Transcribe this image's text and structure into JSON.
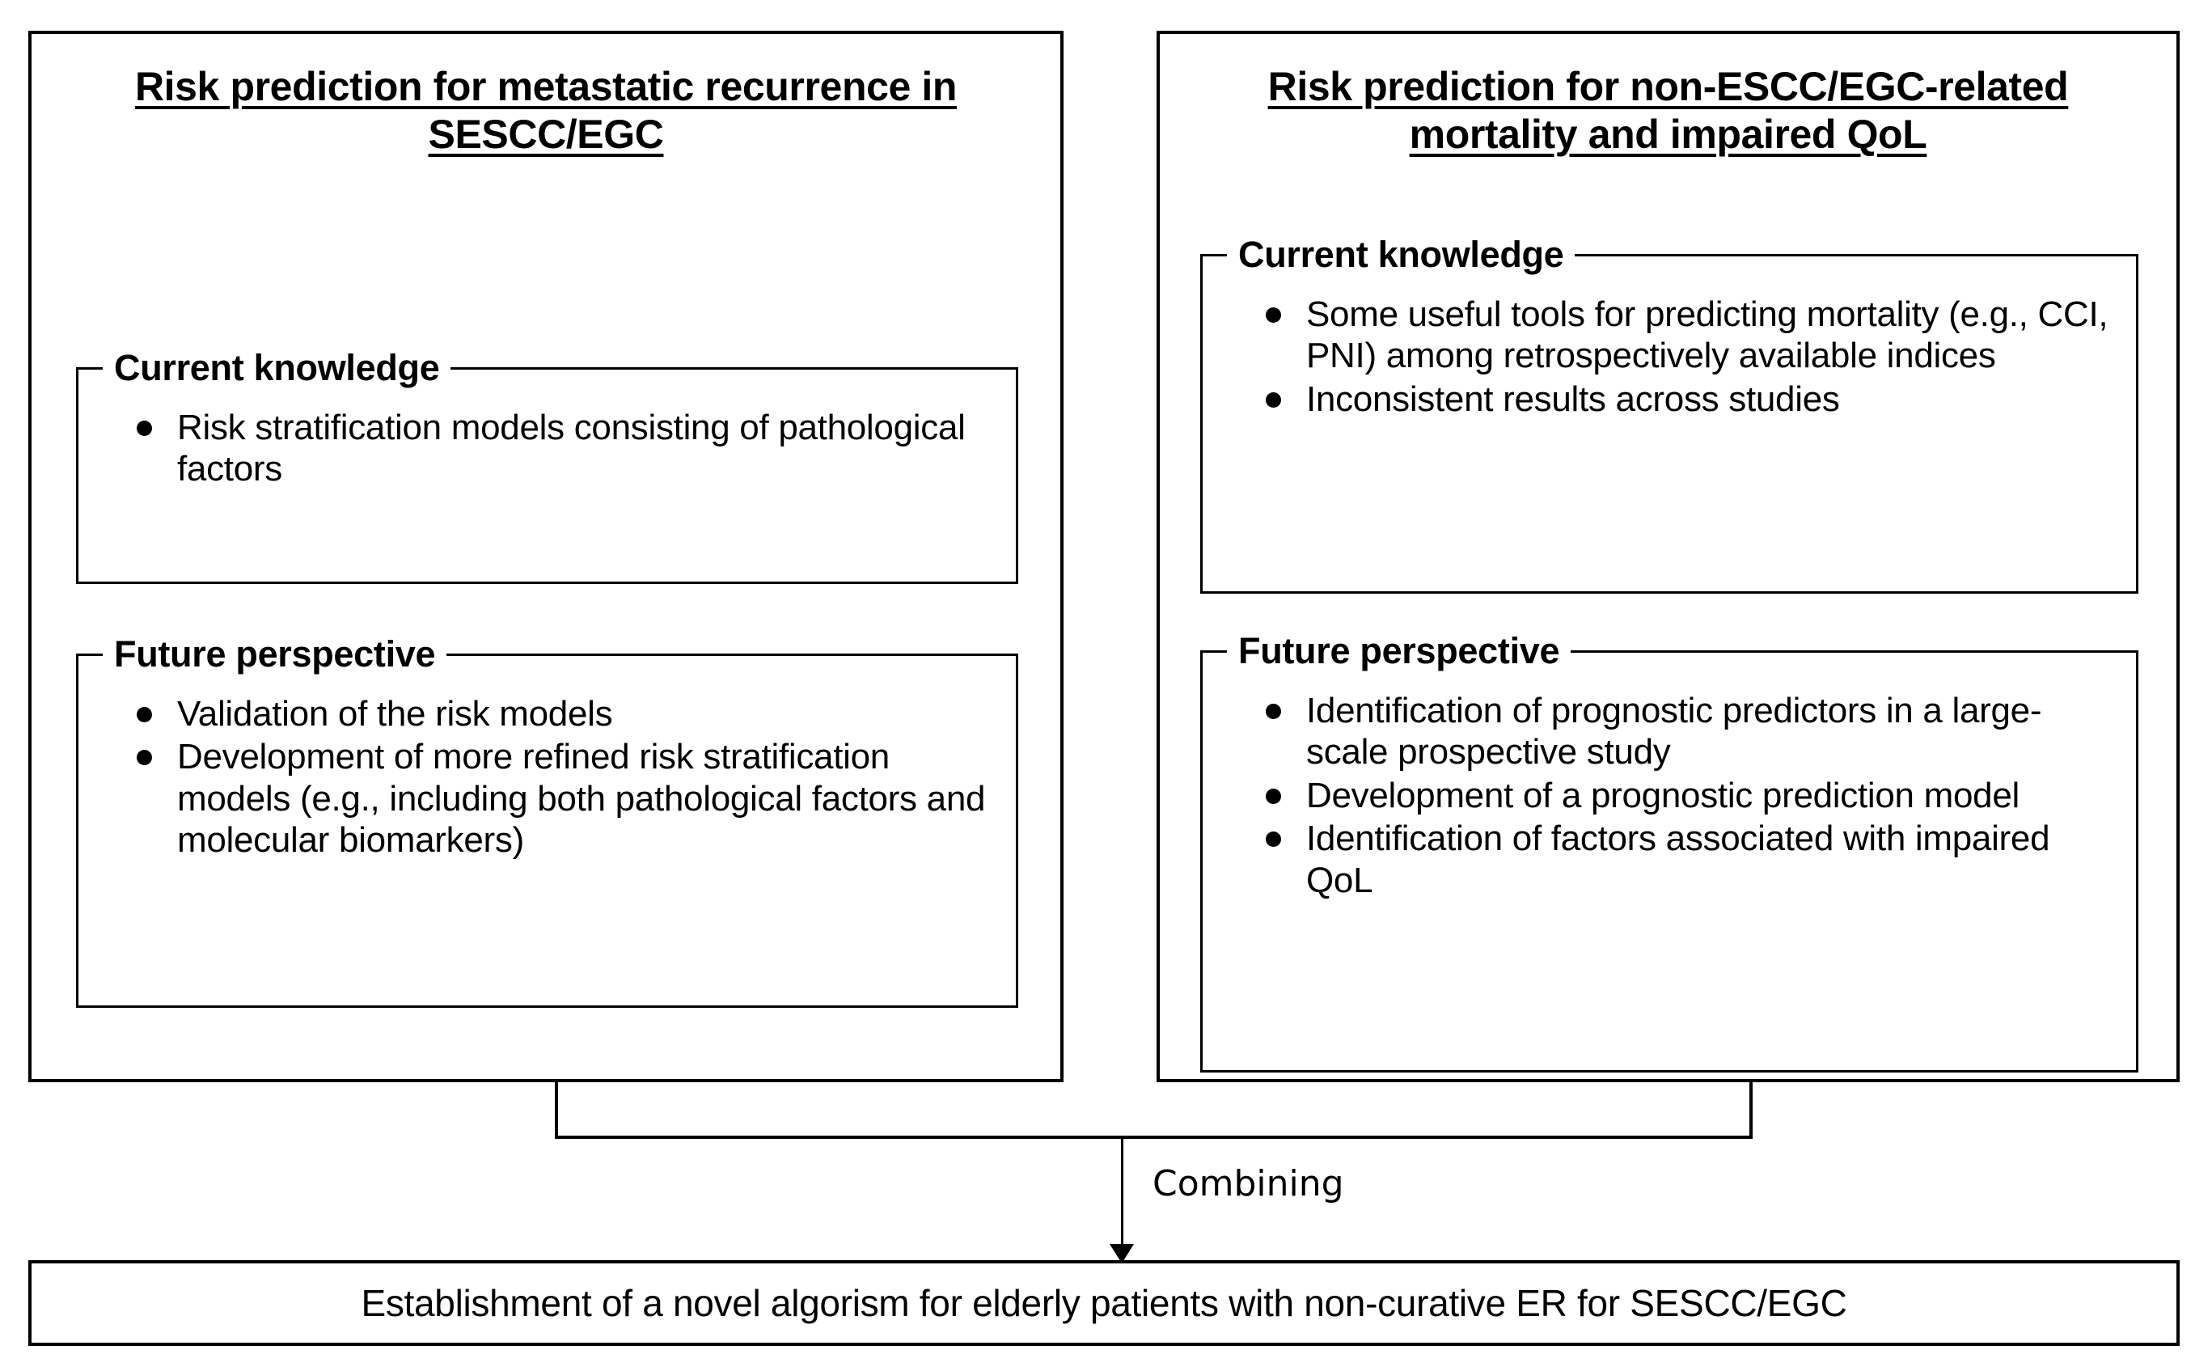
{
  "diagram": {
    "panels": [
      {
        "id": "left",
        "title": "Risk prediction for metastatic recurrence in SESCC/EGC",
        "groups": [
          {
            "id": "left-current-knowledge",
            "legend": "Current knowledge",
            "bullets": [
              "Risk stratification models consisting of pathological factors"
            ]
          },
          {
            "id": "left-future-perspective",
            "legend": "Future perspective",
            "bullets": [
              "Validation of the risk models",
              "Development of more refined risk stratification models (e.g., including both pathological factors and molecular biomarkers)"
            ]
          }
        ]
      },
      {
        "id": "right",
        "title": "Risk prediction for non-ESCC/EGC-related mortality and impaired QoL",
        "groups": [
          {
            "id": "right-current-knowledge",
            "legend": "Current knowledge",
            "bullets": [
              "Some useful tools for predicting mortality (e.g., CCI, PNI) among retrospectively available indices",
              "Inconsistent results across studies"
            ]
          },
          {
            "id": "right-future-perspective",
            "legend": "Future perspective",
            "bullets": [
              "Identification of prognostic predictors in a large-scale prospective study",
              "Development of a prognostic prediction model",
              "Identification of factors associated with impaired QoL"
            ]
          }
        ]
      }
    ],
    "connector": {
      "label": "Combining",
      "arrow_icon": "down-arrow-icon"
    },
    "result": {
      "text": "Establishment of a novel algorism for elderly patients with non-curative ER for SESCC/EGC"
    },
    "colors": {
      "stroke": "#000000",
      "background": "#ffffff",
      "text": "#000000"
    }
  }
}
